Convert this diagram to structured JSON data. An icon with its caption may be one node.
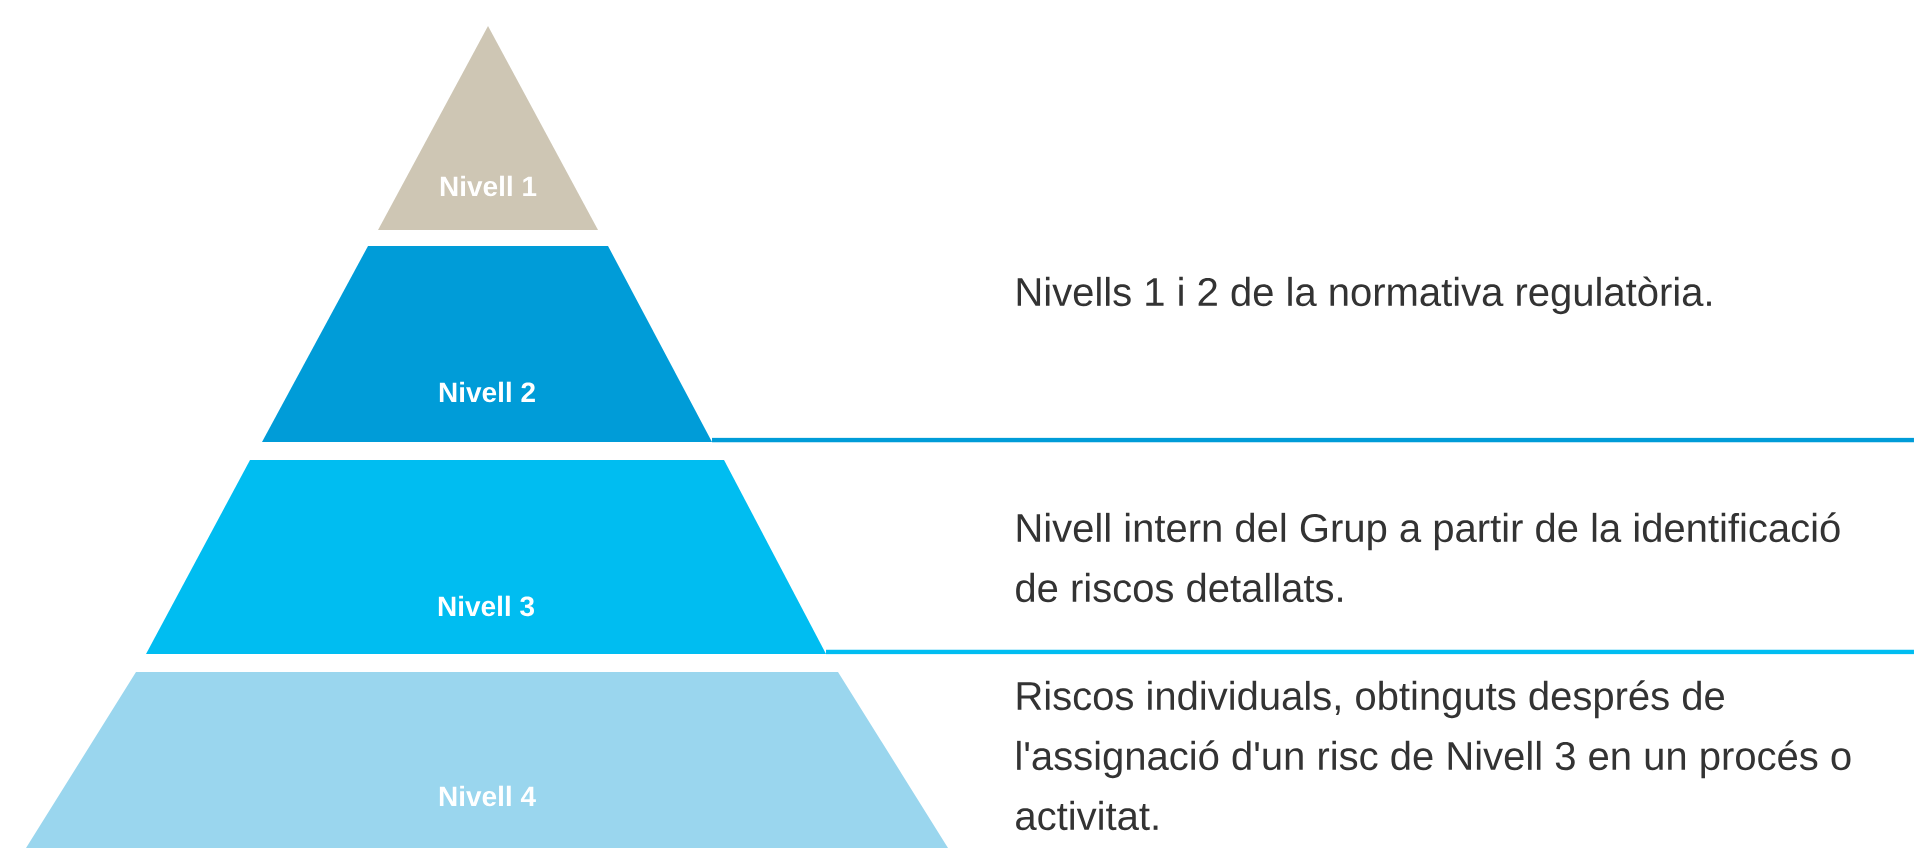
{
  "diagram": {
    "nodes": [
      {
        "text": [
          "Nivell 1"
        ]
      },
      {
        "text": [
          "Nivell 2"
        ]
      },
      {
        "text": [
          "Nivell 3"
        ]
      },
      {
        "text": [
          "Nivell 4"
        ]
      }
    ],
    "labels": [
      "Nivells 1 i 2 de la normativa regulatòria.",
      "Nivell intern del Grup a partir de la identificació de riscos detallats.",
      "Riscos individuals, obtinguts després de l'assignació d'un risc de Nivell 3 en un procés o activitat."
    ]
  }
}
